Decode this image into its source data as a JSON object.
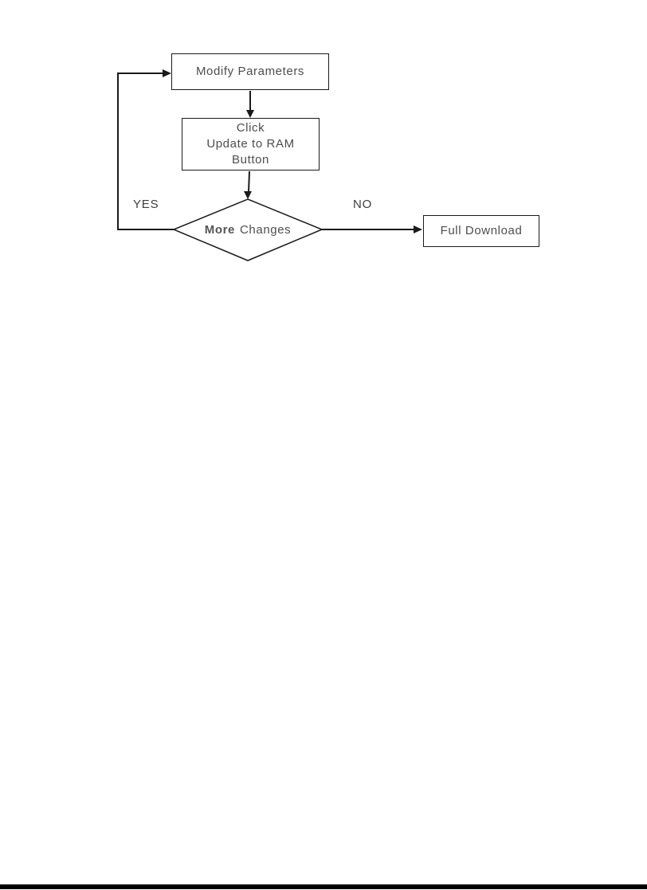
{
  "flowchart": {
    "nodes": {
      "modify": {
        "label": "Modify Parameters"
      },
      "update_ram": {
        "line1": "Click",
        "line2": "Update to RAM",
        "line3": "Button"
      },
      "decision": {
        "word_emphasis": "More",
        "word_rest": "Changes"
      },
      "full_download": {
        "label": "Full Download"
      }
    },
    "branch_labels": {
      "yes": "YES",
      "no": "NO"
    },
    "style": {
      "line_color": "#1a1a1a",
      "text_color": "#4d4d4d",
      "node_fill": "#ffffff"
    }
  },
  "footer": {
    "rule_color": "#000000"
  }
}
